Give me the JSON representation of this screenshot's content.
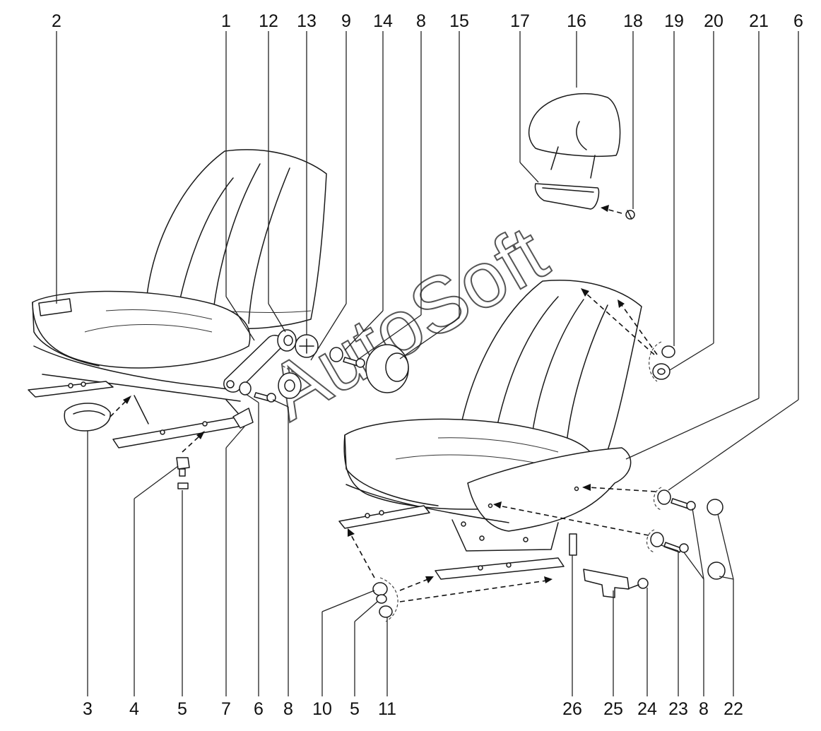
{
  "watermark": "AutoSoft",
  "callouts_top": [
    "2",
    "1",
    "12",
    "13",
    "9",
    "14",
    "8",
    "15",
    "17",
    "16",
    "18",
    "19",
    "20",
    "21",
    "6"
  ],
  "callouts_bottom": [
    "3",
    "4",
    "5",
    "7",
    "6",
    "8",
    "10",
    "5",
    "11",
    "26",
    "25",
    "24",
    "23",
    "8",
    "22"
  ]
}
